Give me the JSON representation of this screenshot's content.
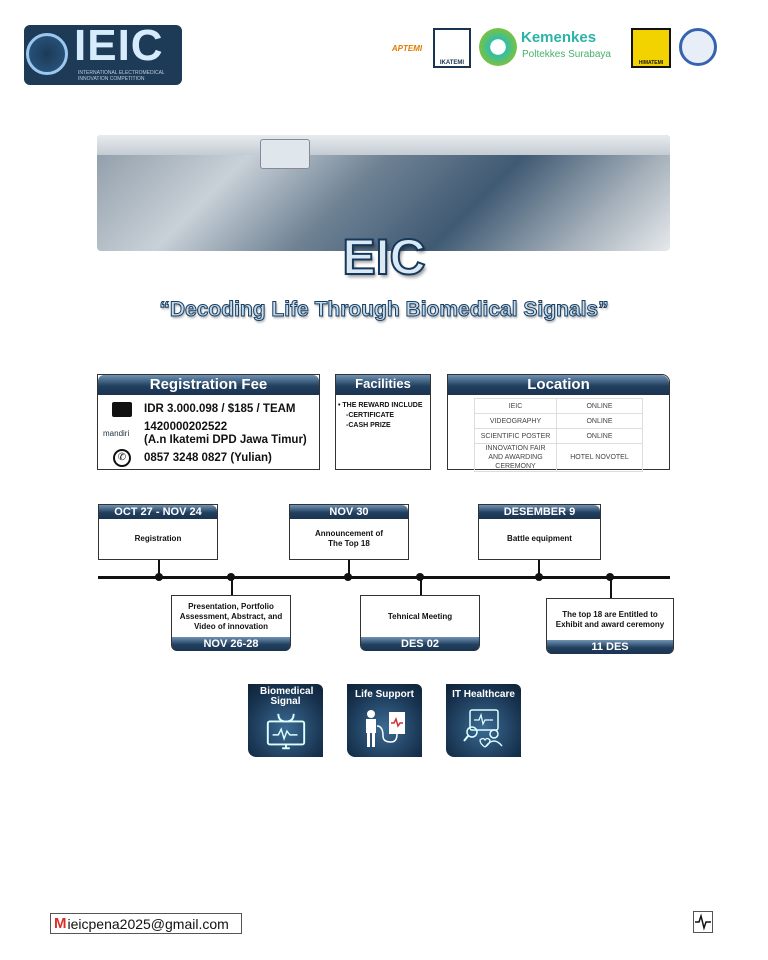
{
  "header": {
    "logo_main": "IEIC",
    "logo_sub": "INTERNATIONAL ELECTROMEDICAL INNOVATION COMPETITION",
    "partners": [
      "APTEMI",
      "IKATEMI",
      "Kemenkes",
      "Poltekkes Surabaya",
      "HIMATEMI"
    ]
  },
  "hero": {
    "title": "EIC",
    "tagline": "“Decoding Life Through Biomedical Signals”"
  },
  "registration": {
    "title": "Registration Fee",
    "fee": "IDR 3.000.098 / $185 / TEAM",
    "bank": "mandiri",
    "account": "1420000202522",
    "account_name": "(A.n Ikatemi DPD Jawa Timur)",
    "phone": "0857 3248 0827 (Yulian)"
  },
  "facilities": {
    "title": "Facilities",
    "intro": "THE REWARD INCLUDE",
    "items": [
      "-CERTIFICATE",
      "-CASH PRIZE"
    ]
  },
  "location": {
    "title": "Location",
    "rows": [
      [
        "IEIC",
        "ONLINE"
      ],
      [
        "VIDEOGRAPHY",
        "ONLINE"
      ],
      [
        "SCIENTIFIC POSTER",
        "ONLINE"
      ],
      [
        "INNOVATION FAIR AND AWARDING CEREMONY",
        "HOTEL NOVOTEL"
      ]
    ]
  },
  "timeline": {
    "top": [
      {
        "date": "OCT 27 -  NOV 24",
        "event": "Registration"
      },
      {
        "date": "NOV 30",
        "event": "Announcement of The Top 18"
      },
      {
        "date": "DESEMBER 9",
        "event": "Battle equipment"
      }
    ],
    "bottom": [
      {
        "date": "NOV 26-28",
        "event": "Presentation, Portfolio Assessment, Abstract, and Video of innovation"
      },
      {
        "date": "DES 02",
        "event": "Tehnical Meeting"
      },
      {
        "date": "11 DES",
        "event": "The top 18 are Entitled to Exhibit and award ceremony"
      }
    ]
  },
  "categories": [
    "Biomedical Signal",
    "Life Support",
    "IT Healthcare"
  ],
  "footer": {
    "email": "ieicpena2025@gmail.com"
  },
  "colors": {
    "navy": "#1a3350",
    "accent": "#6f92b3"
  }
}
